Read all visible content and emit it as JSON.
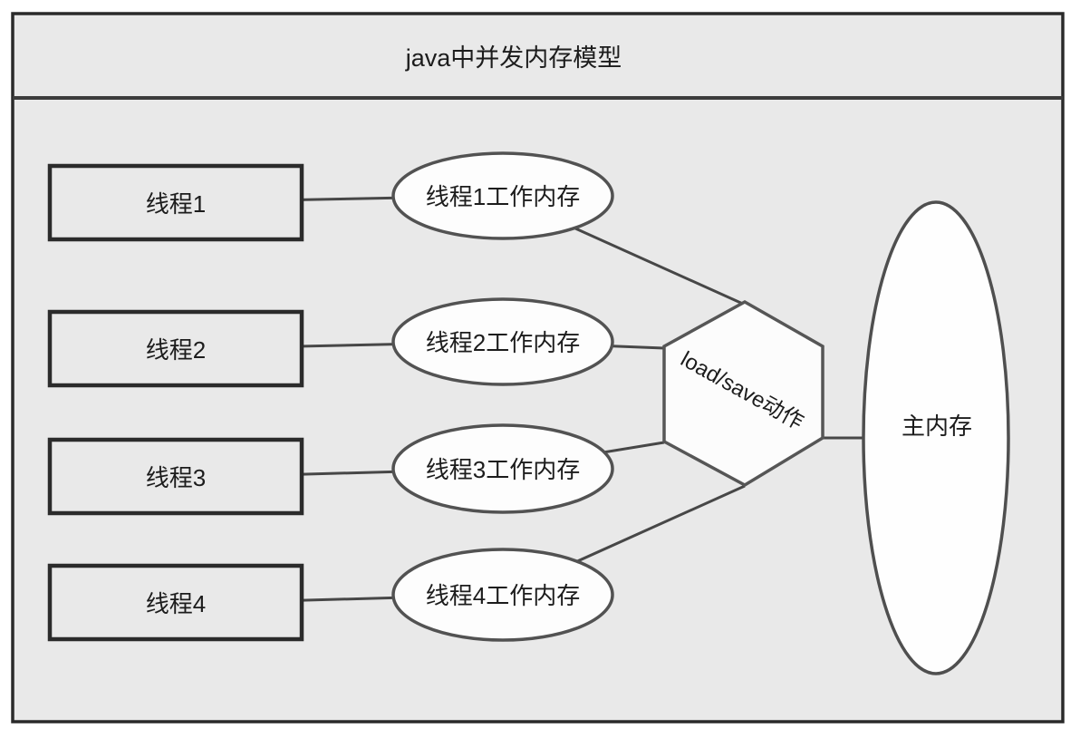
{
  "diagram": {
    "title": "java中并发内存模型",
    "threads": [
      {
        "label": "线程1",
        "working_memory": "线程1工作内存"
      },
      {
        "label": "线程2",
        "working_memory": "线程2工作内存"
      },
      {
        "label": "线程3",
        "working_memory": "线程3工作内存"
      },
      {
        "label": "线程4",
        "working_memory": "线程4工作内存"
      }
    ],
    "hexagon_label": "load/save动作",
    "main_memory_label": "主内存",
    "colors": {
      "canvas_fill": "#e9e9e9",
      "outer_border": "#2a2a2a",
      "box_border": "#2b2b2b",
      "shape_stroke": "#525252",
      "connector": "#474747",
      "shape_fill": "#fdfdfd",
      "text": "#1c1c1c"
    }
  }
}
